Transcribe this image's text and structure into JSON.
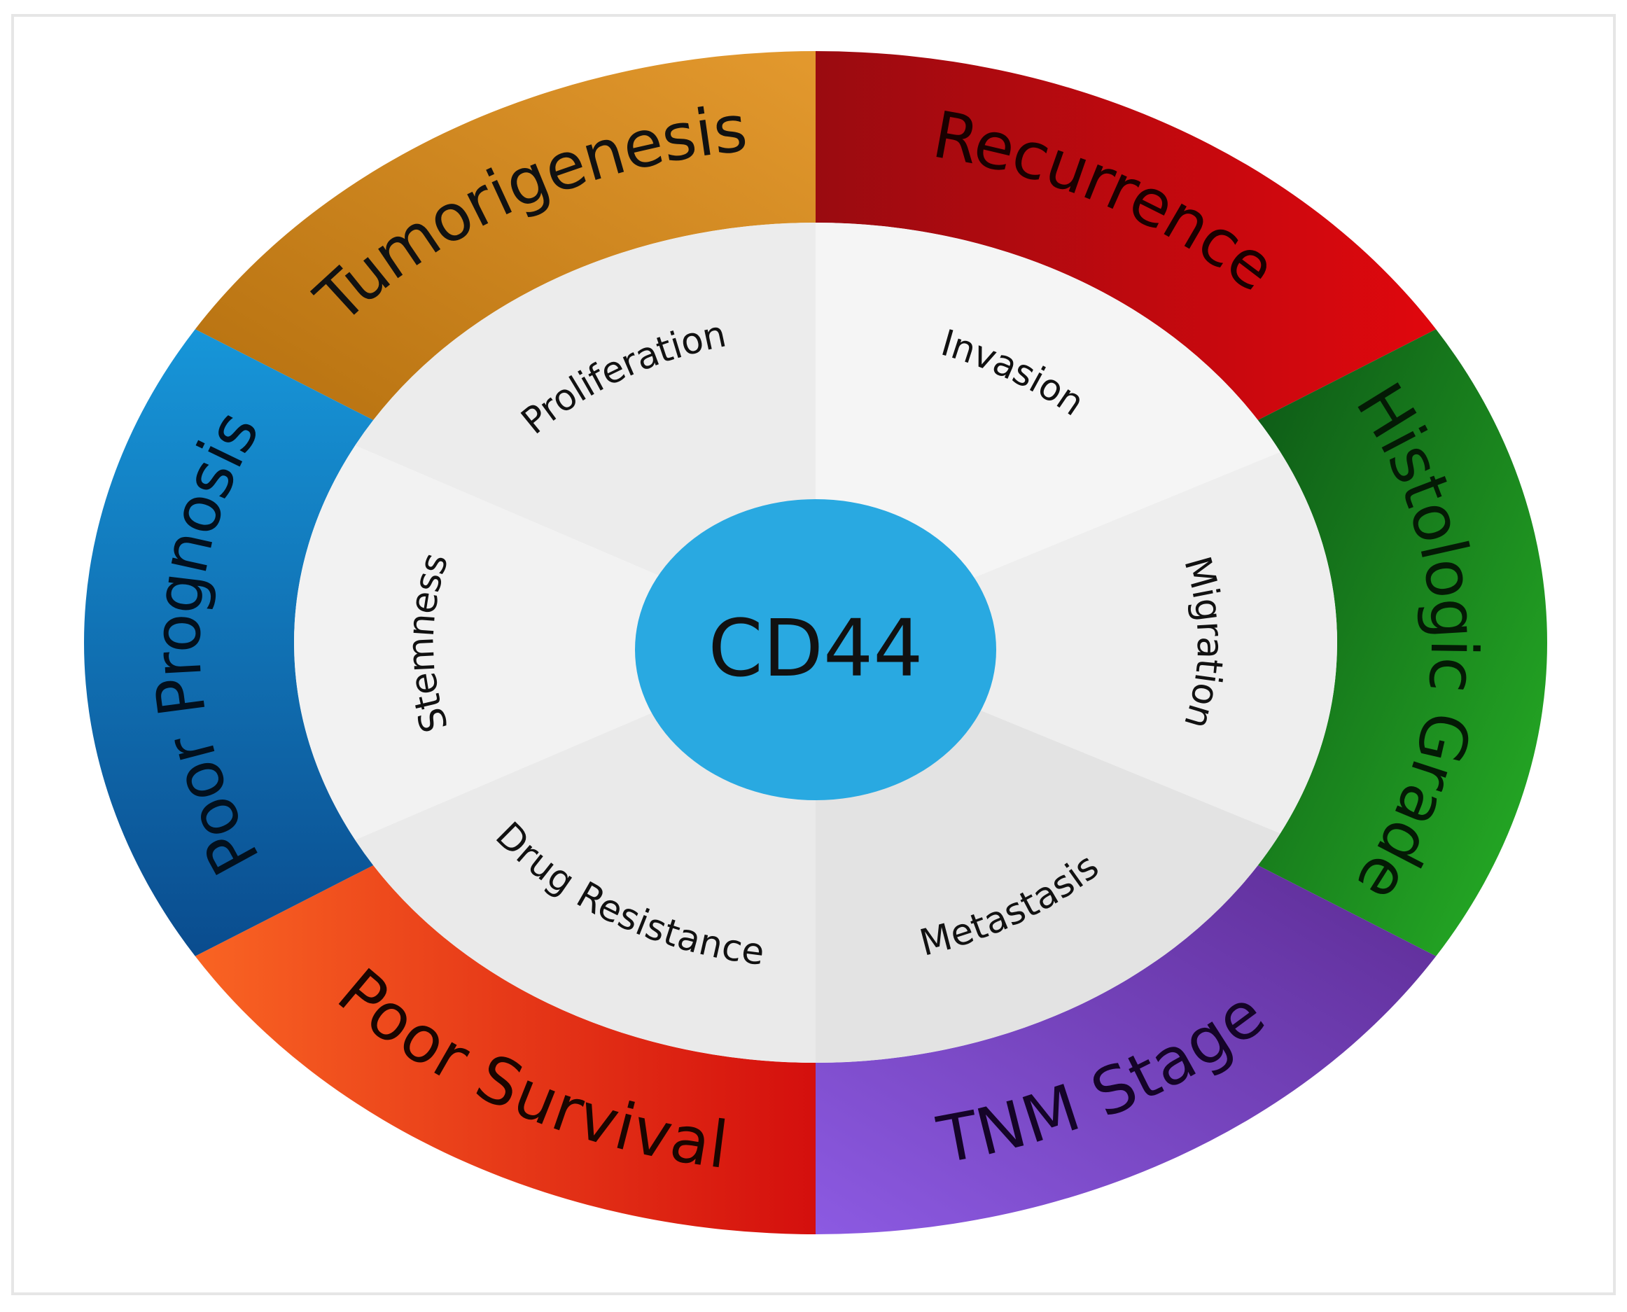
{
  "center": {
    "label": "CD44",
    "color": "#29a9e1",
    "text_color": "#111111"
  },
  "outer_ring": [
    {
      "label": "Tumorigenesis",
      "colors": [
        "#b5700f",
        "#e3992e"
      ],
      "text_color": "#111111"
    },
    {
      "label": "Recurrence",
      "colors": [
        "#9a0b10",
        "#e0070d"
      ],
      "text_color": "#1a0000"
    },
    {
      "label": "Histologic Grade",
      "colors": [
        "#0d5716",
        "#27b226"
      ],
      "text_color": "#041a05"
    },
    {
      "label": "TNM Stage",
      "colors": [
        "#8c5ae2",
        "#5d2c95"
      ],
      "text_color": "#150428"
    },
    {
      "label": "Poor Survival",
      "colors": [
        "#f96423",
        "#d40f0d"
      ],
      "text_color": "#1a0500"
    },
    {
      "label": "Poor Prognosis",
      "colors": [
        "#0a4c8e",
        "#1796d9"
      ],
      "text_color": "#02101e"
    }
  ],
  "inner_ring": [
    {
      "label": "Proliferation",
      "fill": "#ececec"
    },
    {
      "label": "Invasion",
      "fill": "#f5f5f5"
    },
    {
      "label": "Migration",
      "fill": "#eeeeee"
    },
    {
      "label": "Metastasis",
      "fill": "#e3e3e3"
    },
    {
      "label": "Drug Resistance",
      "fill": "#eaeaea"
    },
    {
      "label": "Stemness",
      "fill": "#f2f2f2"
    }
  ],
  "frame_color": "#e6e6e6"
}
